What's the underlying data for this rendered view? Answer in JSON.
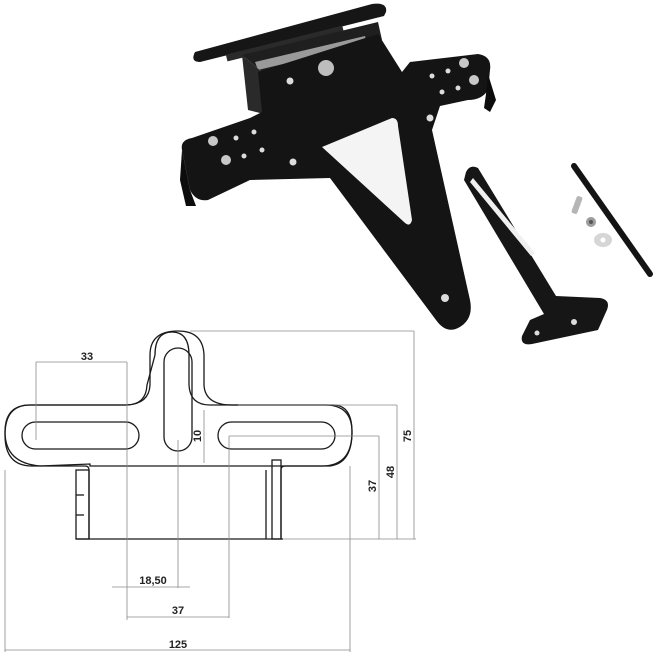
{
  "photo": {
    "description": "Black motorcycle license plate holder bracket with accessories",
    "parts": [
      "main-bracket",
      "extension-arm",
      "screw",
      "nut",
      "washer",
      "rod"
    ],
    "colors": {
      "bracket": "#141414",
      "background": "#ffffff",
      "metal": "#c8c8c8"
    }
  },
  "drawing": {
    "dimensions": {
      "top_slot_width": "33",
      "slot_height": "10",
      "height_37": "37",
      "height_48": "48",
      "height_75": "75",
      "half_spacing": "18,50",
      "spacing": "37",
      "total_width": "125"
    },
    "colors": {
      "line": "#1a1a1a",
      "dimension": "#8a8a8a"
    }
  }
}
